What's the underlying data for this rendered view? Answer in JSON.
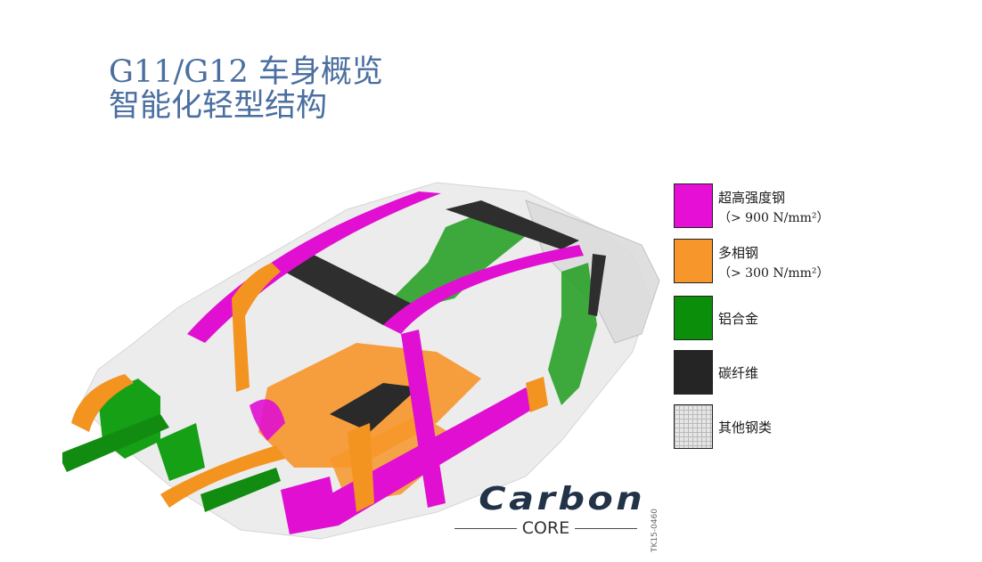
{
  "title": {
    "line1": "G11/G12 车身概览",
    "line2": "智能化轻型结构",
    "color": "#4a6fa0"
  },
  "legend": {
    "items": [
      {
        "label": "超高强度钢",
        "sub": "（> 900 N/mm²）",
        "color": "#e60fd6",
        "pattern": "solid"
      },
      {
        "label": "多相钢",
        "sub": "（> 300 N/mm²）",
        "color": "#f7962a",
        "pattern": "solid"
      },
      {
        "label": "铝合金",
        "sub": "",
        "color": "#0b8f0b",
        "pattern": "solid"
      },
      {
        "label": "碳纤维",
        "sub": "",
        "color": "#252525",
        "pattern": "solid"
      },
      {
        "label": "其他钢类",
        "sub": "",
        "color": "#e6e6e6",
        "pattern": "grid"
      }
    ]
  },
  "figure": {
    "subject": "car-body-in-white-illustration"
  },
  "logo": {
    "word": "Carbon",
    "sub": "CORE"
  },
  "image_code": "TK15-0460"
}
